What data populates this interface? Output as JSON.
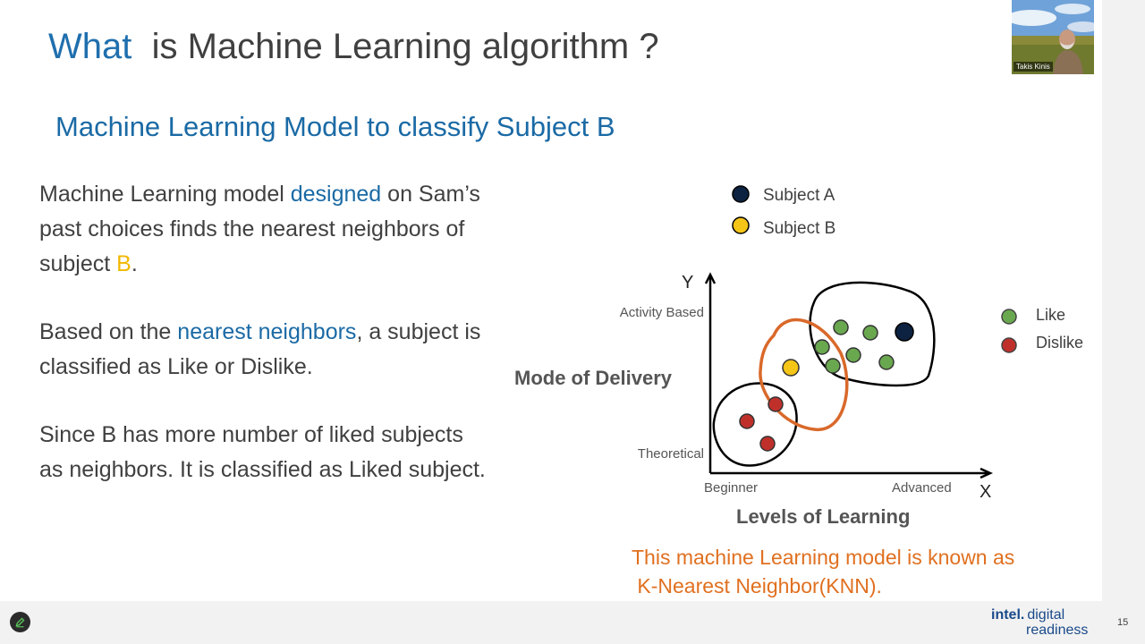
{
  "slide": {
    "title_accent": "What",
    "title_rest": "  is Machine Learning algorithm ?",
    "subtitle": "Machine Learning Model to classify Subject B",
    "para1": {
      "a": "Machine Learning model ",
      "b": "designed",
      "c": " on Sam’s past choices finds the nearest neighbors of subject ",
      "d": "B",
      "e": "."
    },
    "para2": {
      "a": "Based on the ",
      "b": "nearest neighbors",
      "c": ", a subject is classified as Like or Dislike."
    },
    "para3": "Since B has more number of liked subjects as neighbors. It is classified as Liked subject.",
    "caption_line1": "This machine Learning model is known as",
    "caption_line2": " K-Nearest Neighbor(KNN).",
    "slide_number": "15"
  },
  "diagram": {
    "subject_legend": [
      {
        "label": "Subject A",
        "color": "#0d2240"
      },
      {
        "label": "Subject B",
        "color": "#f5c518"
      }
    ],
    "class_legend": [
      {
        "label": "Like",
        "color": "#6aa84f"
      },
      {
        "label": "Dislike",
        "color": "#c0302b"
      }
    ],
    "y_axis_letter": "Y",
    "x_axis_letter": "X",
    "y_tick_top": "Activity Based",
    "y_tick_bottom": "Theoretical",
    "x_tick_left": "Beginner",
    "x_tick_right": "Advanced",
    "y_label": "Mode of Delivery",
    "x_label": "Levels of Learning",
    "colors": {
      "like": "#6aa84f",
      "dislike": "#c0302b",
      "subject_a": "#0d2240",
      "subject_b": "#f5c518",
      "knn_circle": "#d9692a"
    }
  },
  "webcam": {
    "name": "Takis Kinis"
  },
  "brand": {
    "intel": "intel.",
    "digital": "digital",
    "readiness": "readiness"
  }
}
